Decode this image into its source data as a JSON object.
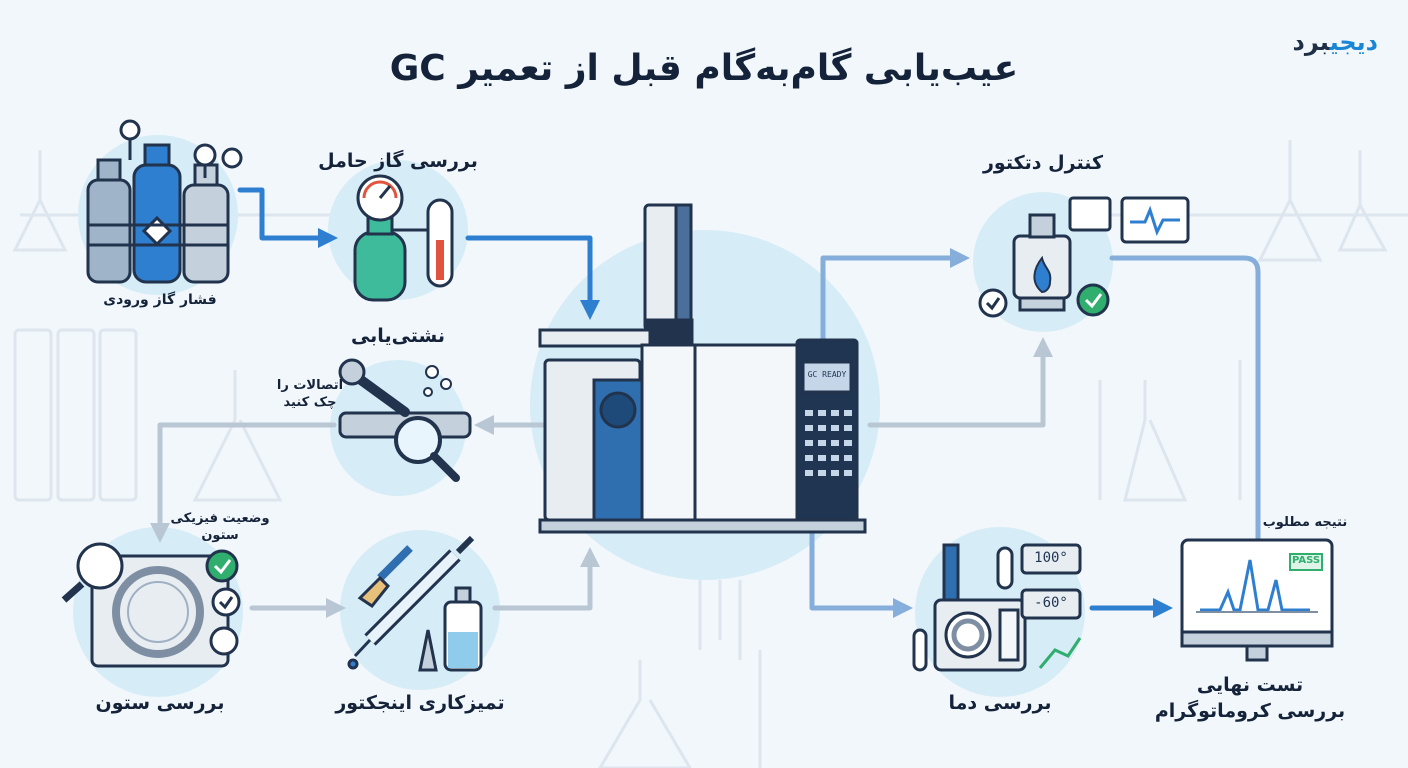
{
  "title": "عیب‌یابی گام‌به‌گام قبل از تعمیر GC",
  "brand": {
    "part1": "دیجی",
    "part2": "برد"
  },
  "steps": {
    "inlet_pressure": "فشار گاز ورودی",
    "carrier_gas": "بررسی گاز حامل",
    "leak_test": "نشتی‌یابی",
    "leak_note_line1": "اتصالات را",
    "leak_note_line2": "چک کنید",
    "column_state_line1": "وضعیت فیزیکی",
    "column_state_line2": "ستون",
    "column_check": "بررسی ستون",
    "injector_clean": "تمیزکاری اینجکتور",
    "detector_control": "کنترل دتکتور",
    "temp_check": "بررسی دما",
    "desired_result": "نتیجه مطلوب",
    "final_test_line1": "تست نهایی",
    "final_test_line2": "بررسی کروماتوگرام"
  },
  "device": {
    "screen_text": "GC READY",
    "temp_display_1": "100°",
    "temp_display_2": "-60°",
    "pass_text": "PASS"
  },
  "colors": {
    "accent": "#2f7fd0",
    "flow_arrow_light": "#b9c6d4",
    "dark_navy": "#14233a",
    "circle_bg": "#d6ecf6",
    "success": "#2fae6e"
  },
  "icons": [
    "gas-cylinders-icon",
    "pressure-gauge-icon",
    "thermometer-icon",
    "wrench-icon",
    "magnifier-icon",
    "column-coil-icon",
    "check-icon",
    "brush-icon",
    "syringe-icon",
    "bottle-icon",
    "gc-instrument-icon",
    "detector-icon",
    "flame-icon",
    "monitor-icon",
    "oven-icon",
    "chromatogram-icon"
  ]
}
